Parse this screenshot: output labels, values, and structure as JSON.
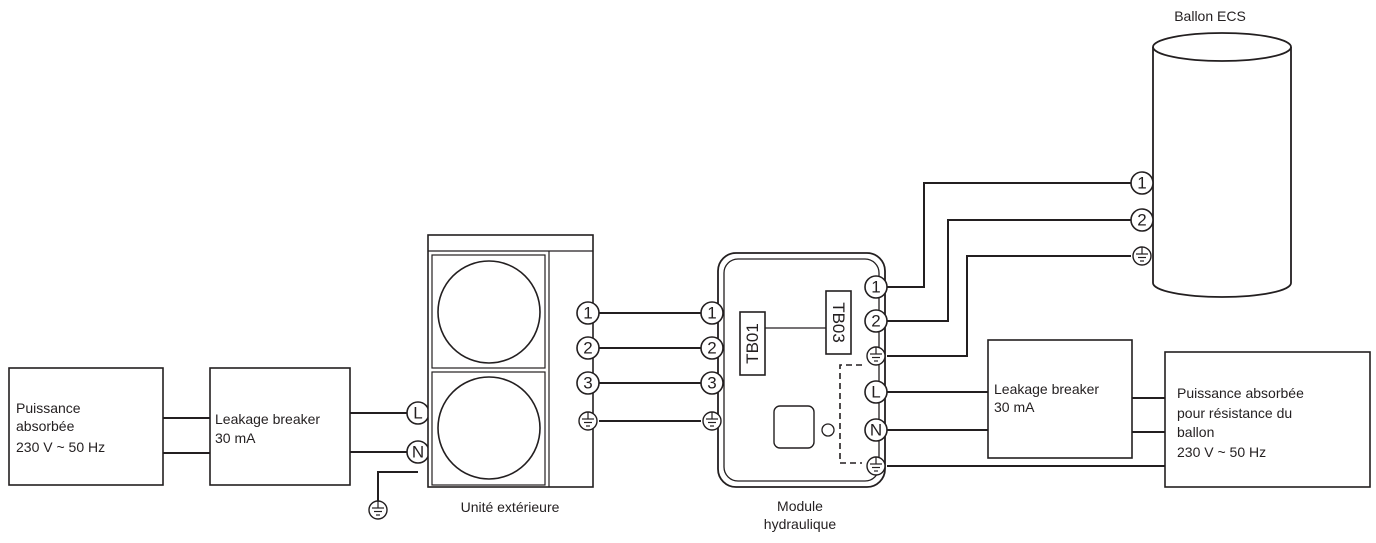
{
  "labels": {
    "tank": "Ballon ECS",
    "outdoor_unit": "Unité extérieure",
    "hydro_module_line1": "Module",
    "hydro_module_line2": "hydraulique",
    "tb01": "TB01",
    "tb03": "TB03"
  },
  "left_supply": {
    "line1": "Puissance",
    "line2": "absorbée",
    "line3": "230 V ~ 50 Hz"
  },
  "left_breaker": {
    "line1": "Leakage breaker",
    "line2": "30 mA"
  },
  "right_breaker": {
    "line1": "Leakage breaker",
    "line2": "30 mA"
  },
  "right_supply": {
    "line1": "Puissance absorbée",
    "line2": "pour résistance du",
    "line3": "ballon",
    "line4": "230 V ~ 50 Hz"
  },
  "terminals": {
    "t1": "1",
    "t2": "2",
    "t3": "3",
    "L": "L",
    "N": "N"
  }
}
